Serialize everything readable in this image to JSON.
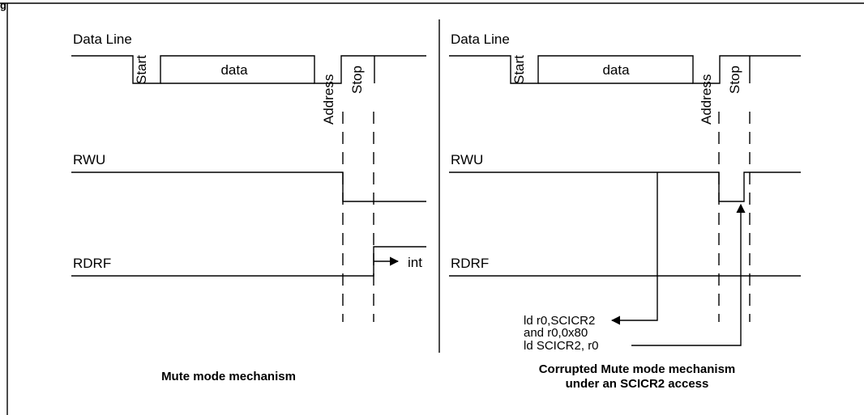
{
  "figure": {
    "figure_label": "g"
  },
  "left": {
    "data_line_label": "Data Line",
    "start_label": "Start",
    "data_label": "data",
    "address_label": "Address",
    "stop_label": "Stop",
    "rwu_label": "RWU",
    "rdrf_label": "RDRF",
    "int_label": "int",
    "caption": "Mute mode mechanism"
  },
  "right": {
    "data_line_label": "Data Line",
    "start_label": "Start",
    "data_label": "data",
    "address_label": "Address",
    "stop_label": "Stop",
    "rwu_label": "RWU",
    "rdrf_label": "RDRF",
    "code_line_1": "ld r0,SCICR2",
    "code_line_2": "and r0,0x80",
    "code_line_3": "ld SCICR2, r0",
    "caption_line_1": "Corrupted Mute mode mechanism",
    "caption_line_2": "under an SCICR2 access"
  }
}
